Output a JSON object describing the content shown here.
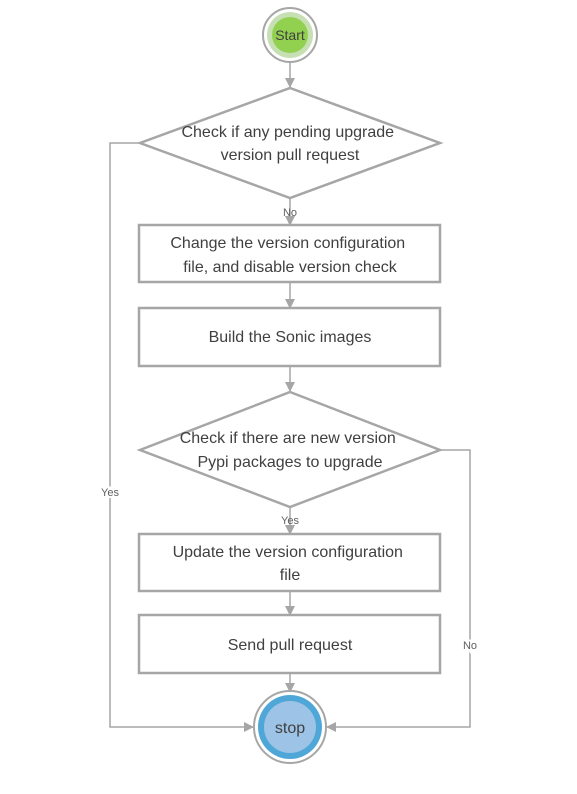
{
  "nodes": {
    "start": "Start",
    "check_pending": [
      "Check if any pending upgrade",
      "version pull request"
    ],
    "change_config": [
      "Change the version configuration",
      "file, and disable version check"
    ],
    "build_images": "Build the Sonic images",
    "check_new": [
      "Check if there are new version",
      "Pypi packages to upgrade"
    ],
    "update_config": [
      "Update the version configuration",
      "file"
    ],
    "send_pr": "Send pull request",
    "stop": "stop"
  },
  "edge_labels": {
    "pending_no": "No",
    "pending_yes": "Yes",
    "new_yes": "Yes",
    "new_no": "No"
  },
  "colors": {
    "stroke": "#a6a6a6",
    "start_fill": "#92d050",
    "start_ring": "#c6e0b4",
    "stop_fill": "#9dc3e6",
    "stop_ring": "#4fa7d8",
    "text": "#404040"
  }
}
